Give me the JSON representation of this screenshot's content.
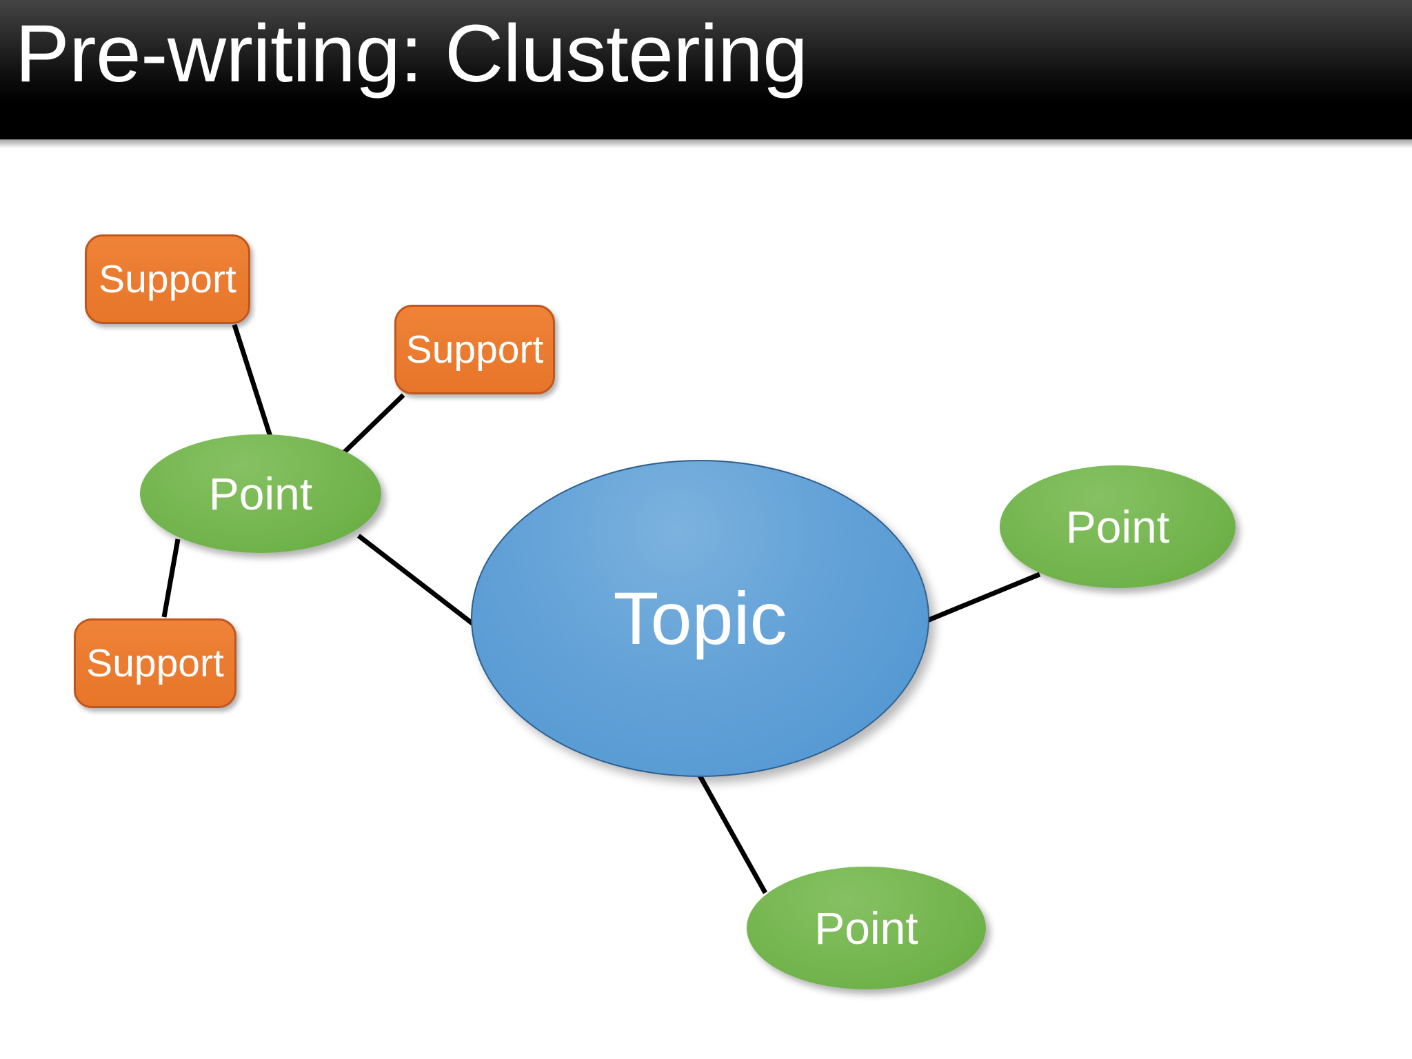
{
  "slide": {
    "title": "Pre-writing: Clustering",
    "background_color": "#ffffff",
    "title_bar_color": "#000000",
    "title_text_color": "#ffffff"
  },
  "diagram": {
    "type": "cluster-map",
    "colors": {
      "topic_fill": "#4e94d0",
      "topic_border": "#2c5f8e",
      "point_fill": "#6fae47",
      "support_fill": "#e8762a",
      "support_border": "#c0561c",
      "connector": "#000000"
    },
    "nodes": [
      {
        "id": "topic",
        "label": "Topic",
        "shape": "ellipse",
        "role": "center"
      },
      {
        "id": "point-left",
        "label": "Point",
        "shape": "ellipse",
        "role": "branch"
      },
      {
        "id": "point-right",
        "label": "Point",
        "shape": "ellipse",
        "role": "branch"
      },
      {
        "id": "point-bottom",
        "label": "Point",
        "shape": "ellipse",
        "role": "branch"
      },
      {
        "id": "support-1",
        "label": "Support",
        "shape": "rounded-rectangle",
        "role": "detail"
      },
      {
        "id": "support-2",
        "label": "Support",
        "shape": "rounded-rectangle",
        "role": "detail"
      },
      {
        "id": "support-3",
        "label": "Support",
        "shape": "rounded-rectangle",
        "role": "detail"
      }
    ],
    "edges": [
      {
        "from": "topic",
        "to": "point-left"
      },
      {
        "from": "topic",
        "to": "point-right"
      },
      {
        "from": "topic",
        "to": "point-bottom"
      },
      {
        "from": "point-left",
        "to": "support-1"
      },
      {
        "from": "point-left",
        "to": "support-2"
      },
      {
        "from": "point-left",
        "to": "support-3"
      }
    ]
  }
}
